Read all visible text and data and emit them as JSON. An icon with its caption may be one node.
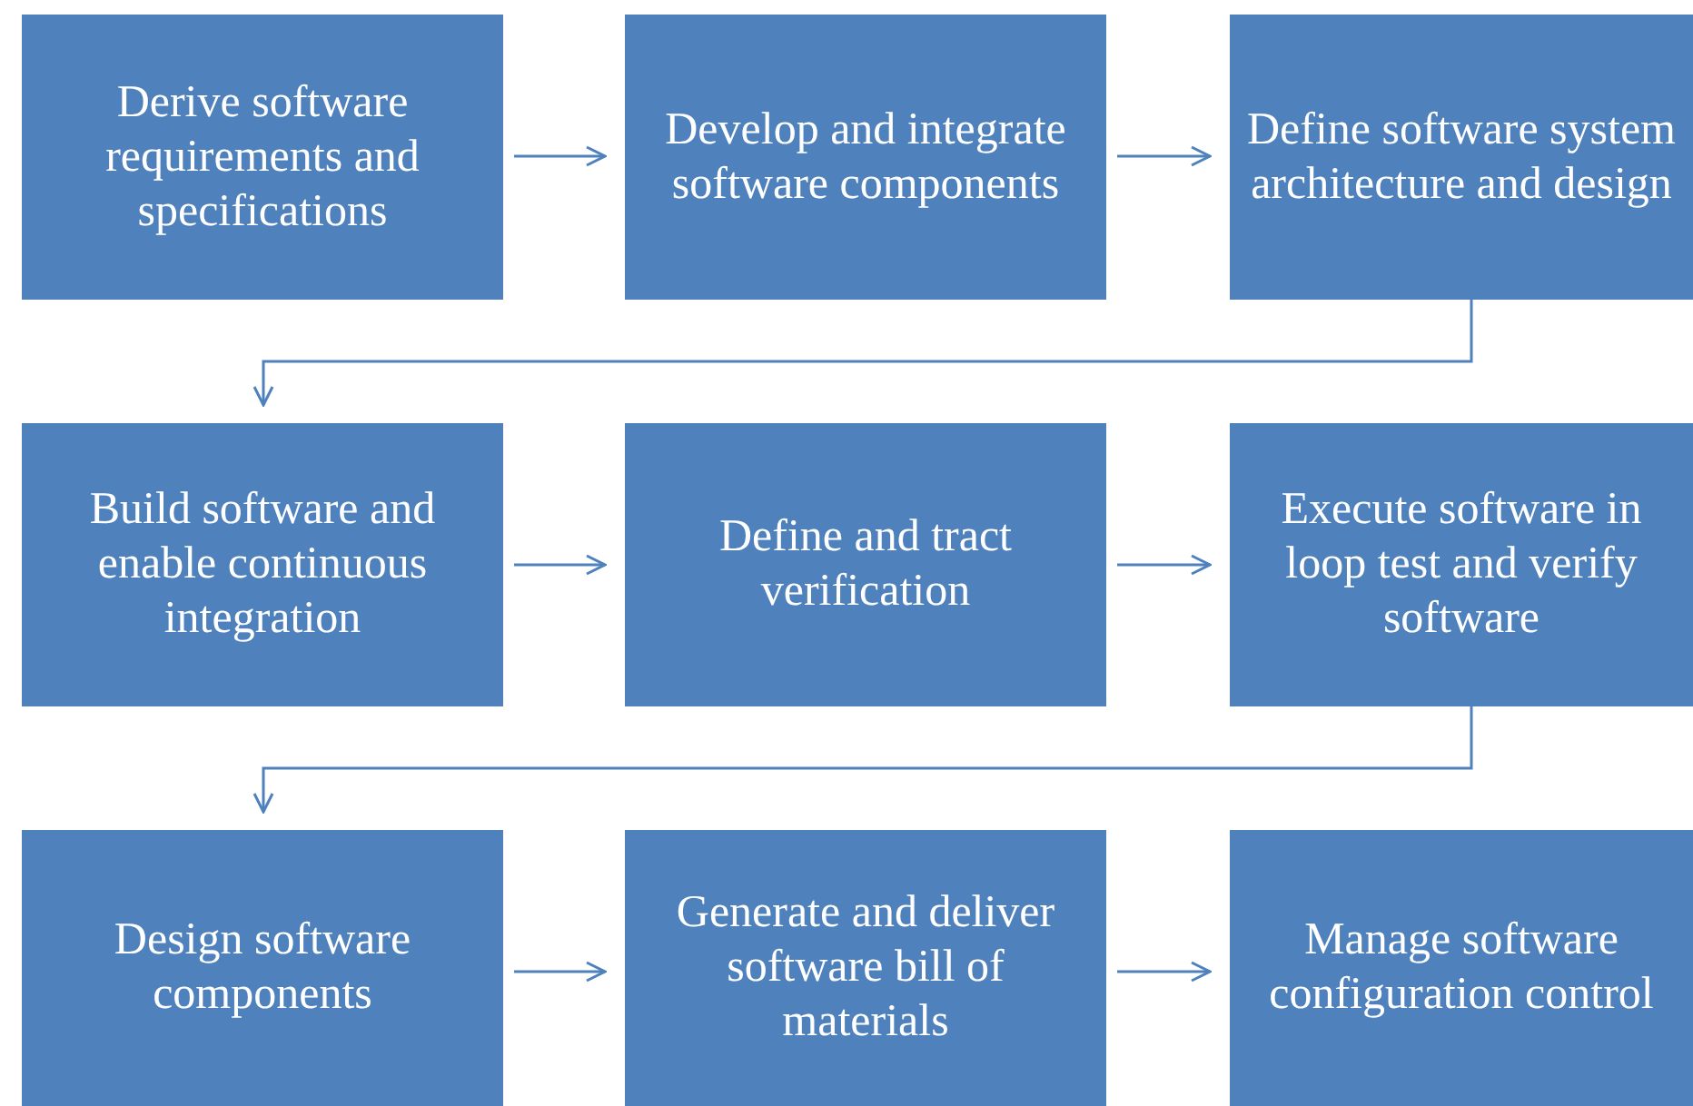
{
  "diagram": {
    "nodes": [
      {
        "text": [
          "Derive software requirements and specifications"
        ]
      },
      {
        "text": [
          "Develop and integrate software components"
        ]
      },
      {
        "text": [
          "Define software system architecture and design"
        ]
      },
      {
        "text": [
          "Build software and enable continuous integration"
        ]
      },
      {
        "text": [
          "Define and tract verification"
        ]
      },
      {
        "text": [
          "Execute software in loop test and verify software"
        ]
      },
      {
        "text": [
          "Design software components"
        ]
      },
      {
        "text": [
          "Generate and deliver software bill of materials"
        ]
      },
      {
        "text": [
          "Manage software configuration control"
        ]
      }
    ],
    "edges": [
      {
        "from": 0,
        "to": 1,
        "arrow": "to"
      },
      {
        "from": 1,
        "to": 2,
        "arrow": "to"
      },
      {
        "from": 2,
        "to": 3,
        "arrow": "to"
      },
      {
        "from": 3,
        "to": 4,
        "arrow": "to"
      },
      {
        "from": 4,
        "to": 5,
        "arrow": "to"
      },
      {
        "from": 5,
        "to": 6,
        "arrow": "to"
      },
      {
        "from": 6,
        "to": 7,
        "arrow": "to"
      },
      {
        "from": 7,
        "to": 8,
        "arrow": "to"
      }
    ]
  }
}
